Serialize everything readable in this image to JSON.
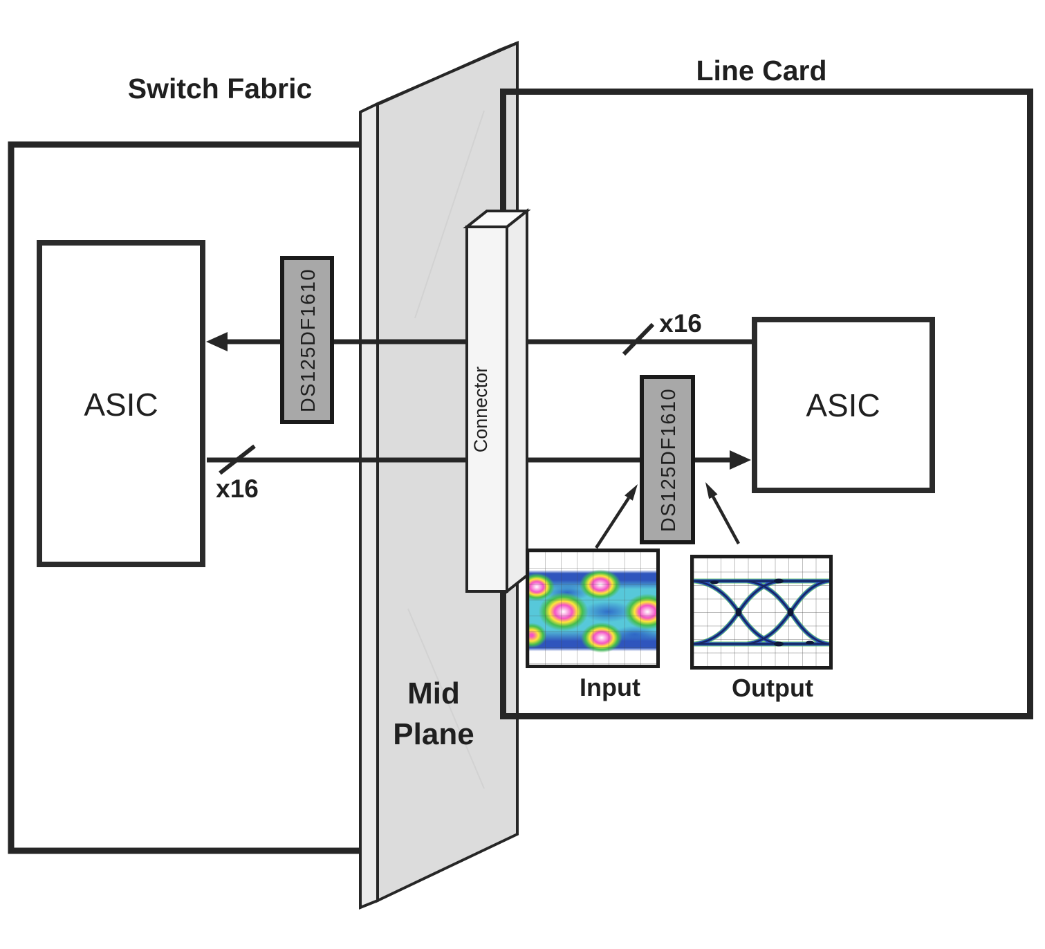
{
  "titles": {
    "switch_fabric": "Switch Fabric",
    "line_card": "Line Card"
  },
  "midplane": {
    "label_line1": "Mid",
    "label_line2": "Plane"
  },
  "connector": {
    "label": "Connector"
  },
  "switch_fabric": {
    "asic_label": "ASIC",
    "retimer_label": "DS125DF1610",
    "bus_width_label": "x16"
  },
  "line_card": {
    "asic_label": "ASIC",
    "retimer_label": "DS125DF1610",
    "bus_width_label": "x16"
  },
  "eye_diagrams": {
    "input_label": "Input",
    "output_label": "Output"
  },
  "colors": {
    "outline": "#262626",
    "retimer_fill": "#a8a8a8",
    "retimer_text": "#ffffff",
    "midplane_face": "#dcdcdc",
    "midplane_front_edge": "#eaeaea",
    "connector_face": "#f5f5f5",
    "eye_trace_blue": "#2a50b8",
    "eye_trace_navy": "#16265e",
    "eye_trace_green": "#3ab54a",
    "eye_hotspot_pink": "#f553c6",
    "eye_hotspot_yellow": "#ffe53a"
  }
}
